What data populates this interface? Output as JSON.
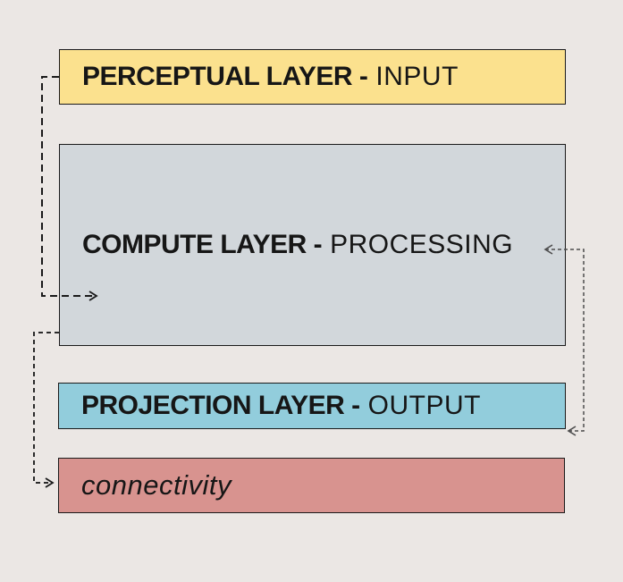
{
  "canvas": {
    "background_color": "#EBE7E4",
    "border_color": "#1a1a1a",
    "text_color": "#161616"
  },
  "layers": [
    {
      "name": "perceptual-layer",
      "label_bold": "PERCEPTUAL LAYER -",
      "label_regular": "INPUT",
      "fill_color": "#FBE18E"
    },
    {
      "name": "compute-layer",
      "label_bold": "COMPUTE LAYER -",
      "label_regular": "PROCESSING",
      "fill_color": "#D2D7DB"
    },
    {
      "name": "projection-layer",
      "label_bold": "PROJECTION LAYER -",
      "label_regular": "OUTPUT",
      "fill_color": "#92CDDC"
    },
    {
      "name": "connectivity",
      "label_italic": "connectivity",
      "fill_color": "#D8938F"
    }
  ],
  "connectors": [
    {
      "name": "perceptual-to-compute",
      "style": "dashed",
      "color": "#1a1a1a",
      "arrow_direction": "right-into-compute-layer"
    },
    {
      "name": "compute-to-connectivity",
      "style": "dashed",
      "color": "#2a2a2a",
      "arrow_direction": "right-into-connectivity"
    },
    {
      "name": "compute-projection-feedback",
      "style": "dashed",
      "color": "#4d4d4d",
      "arrow_direction": "left-into-compute-and-left-into-projection"
    }
  ]
}
